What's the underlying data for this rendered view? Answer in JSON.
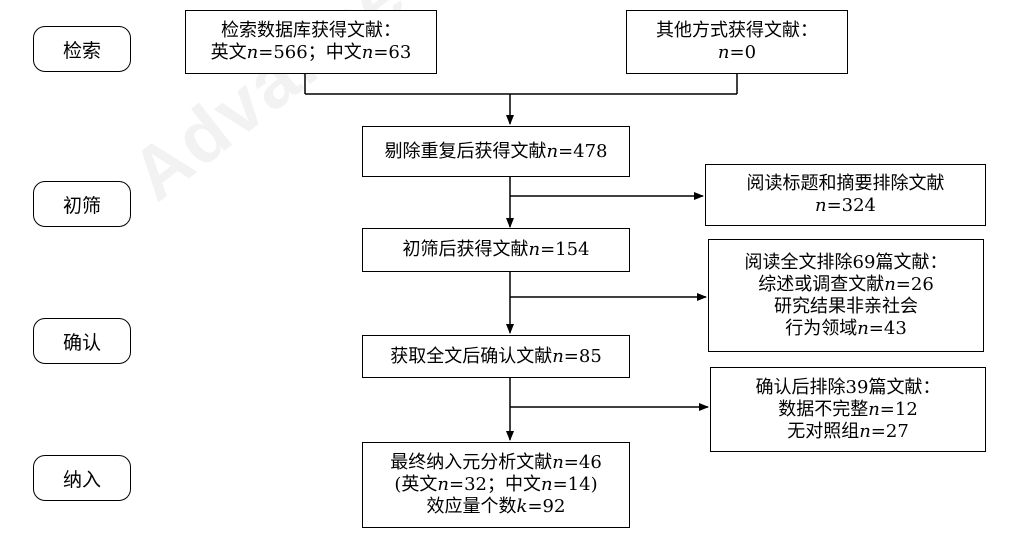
{
  "watermark": "Advances",
  "stages": [
    "检索",
    "初筛",
    "确认",
    "纳入"
  ],
  "boxes": {
    "search_db": {
      "line1": "检索数据库获得文献：",
      "line2_prefix": "英文",
      "line2_n": "n",
      "line2_mid": "=566；中文",
      "line2_n2": "n",
      "line2_suffix": "=63"
    },
    "other": {
      "line1": "其他方式获得文献：",
      "line2_n": "n",
      "line2_suffix": "=0"
    },
    "dedup": {
      "prefix": "剔除重复后获得文献",
      "n": "n",
      "suffix": "=478"
    },
    "excl_title": {
      "line1": "阅读标题和摘要排除文献",
      "line2_n": "n",
      "line2_suffix": "=324"
    },
    "screened": {
      "prefix": "初筛后获得文献",
      "n": "n",
      "suffix": "=154"
    },
    "excl_full": {
      "line1": "阅读全文排除69篇文献：",
      "line2_prefix": "综述或调查文献",
      "line2_n": "n",
      "line2_suffix": "=26",
      "line3": "研究结果非亲社会",
      "line4_prefix": "行为领域",
      "line4_n": "n",
      "line4_suffix": "=43"
    },
    "confirmed": {
      "prefix": "获取全文后确认文献",
      "n": "n",
      "suffix": "=85"
    },
    "excl_confirm": {
      "line1": "确认后排除39篇文献：",
      "line2_prefix": "数据不完整",
      "line2_n": "n",
      "line2_suffix": "=12",
      "line3_prefix": "无对照组",
      "line3_n": "n",
      "line3_suffix": "=27"
    },
    "final": {
      "line1_prefix": "最终纳入元分析文献",
      "line1_n": "n",
      "line1_suffix": "=46",
      "line2_a": "(英文",
      "line2_n": "n",
      "line2_b": "=32；中文",
      "line2_n2": "n",
      "line2_c": "=14)",
      "line3_prefix": "效应量个数",
      "line3_k": "k",
      "line3_suffix": "=92"
    }
  }
}
